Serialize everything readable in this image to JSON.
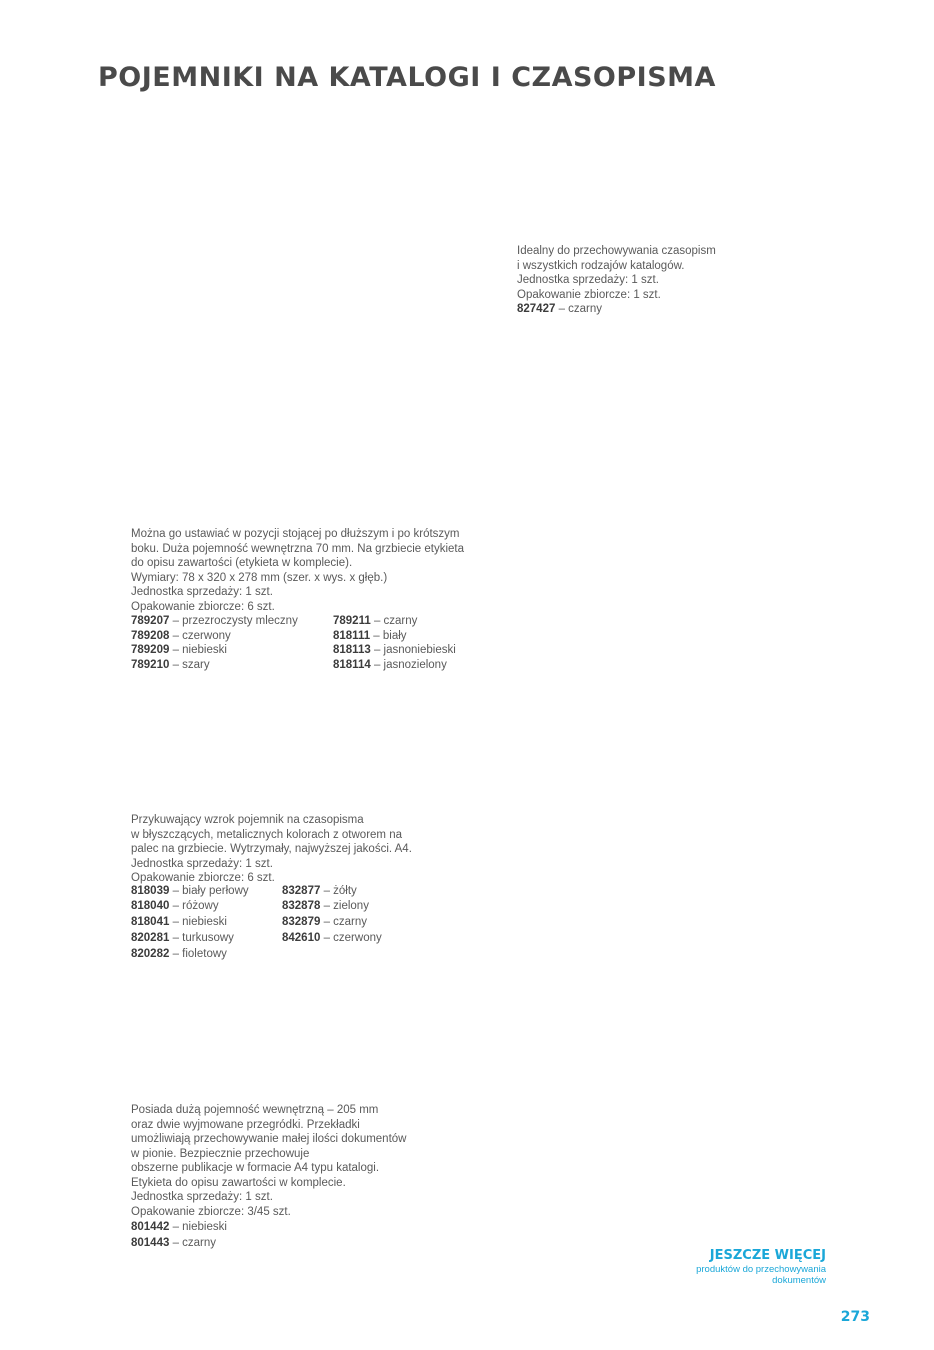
{
  "page": {
    "title": "POJEMNIKI NA KATALOGI I CZASOPISMA",
    "page_number": "273",
    "accent_color": "#1aa7d8"
  },
  "product1": {
    "lines": [
      "Idealny do przechowywania czasopism",
      "i wszystkich rodzajów katalogów.",
      "Jednostka sprzedaży: 1 szt.",
      "Opakowanie zbiorcze: 1 szt."
    ],
    "code": "827427",
    "color": " – czarny"
  },
  "product2": {
    "lines": [
      "Można go ustawiać w pozycji stojącej po dłuższym i po krótszym",
      "boku. Duża pojemność wewnętrzna 70 mm. Na grzbiecie etykieta",
      "do opisu zawartości (etykieta w komplecie).",
      "Wymiary: 78 x 320 x 278 mm (szer. x wys. x głęb.)",
      "Jednostka sprzedaży: 1 szt.",
      "Opakowanie zbiorcze: 6 szt."
    ],
    "col1": [
      {
        "code": "789207",
        "color": " – przezroczysty mleczny"
      },
      {
        "code": "789208",
        "color": " – czerwony"
      },
      {
        "code": "789209",
        "color": " – niebieski"
      },
      {
        "code": "789210",
        "color": " – szary"
      }
    ],
    "col2": [
      {
        "code": "789211",
        "color": " – czarny"
      },
      {
        "code": "818111",
        "color": " – biały"
      },
      {
        "code": "818113",
        "color": " – jasnoniebieski"
      },
      {
        "code": "818114",
        "color": " – jasnozielony"
      }
    ]
  },
  "product3": {
    "lines": [
      "Przykuwający wzrok pojemnik na czasopisma",
      "w błyszczących, metalicznych kolorach z otworem na",
      "palec na grzbiecie. Wytrzymały, najwyższej jakości. A4.",
      "Jednostka sprzedaży: 1 szt.",
      "Opakowanie zbiorcze: 6 szt."
    ],
    "col1": [
      {
        "code": "818039",
        "color": " – biały perłowy"
      },
      {
        "code": "818040",
        "color": " – różowy"
      },
      {
        "code": "818041",
        "color": " – niebieski"
      },
      {
        "code": "820281",
        "color": " – turkusowy"
      },
      {
        "code": "820282",
        "color": " – fioletowy"
      }
    ],
    "col2": [
      {
        "code": "832877",
        "color": " – żółty"
      },
      {
        "code": "832878",
        "color": " – zielony"
      },
      {
        "code": "832879",
        "color": " – czarny"
      },
      {
        "code": "842610",
        "color": " – czerwony"
      }
    ]
  },
  "product4": {
    "lines": [
      "Posiada dużą pojemność wewnętrzną – 205 mm",
      "oraz dwie wyjmowane przegródki. Przekładki",
      "umożliwiają przechowywanie małej ilości dokumentów",
      "w pionie. Bezpiecznie przechowuje",
      "obszerne publikacje w formacie A4 typu katalogi.",
      "Etykieta do opisu zawartości w komplecie.",
      "Jednostka sprzedaży: 1 szt.",
      "Opakowanie zbiorcze: 3/45 szt."
    ],
    "items": [
      {
        "code": "801442",
        "color": " – niebieski"
      },
      {
        "code": "801443",
        "color": " – czarny"
      }
    ]
  },
  "more": {
    "title": "JESZCZE WIĘCEJ",
    "sub1": "produktów do przechowywania",
    "sub2": "dokumentów"
  }
}
